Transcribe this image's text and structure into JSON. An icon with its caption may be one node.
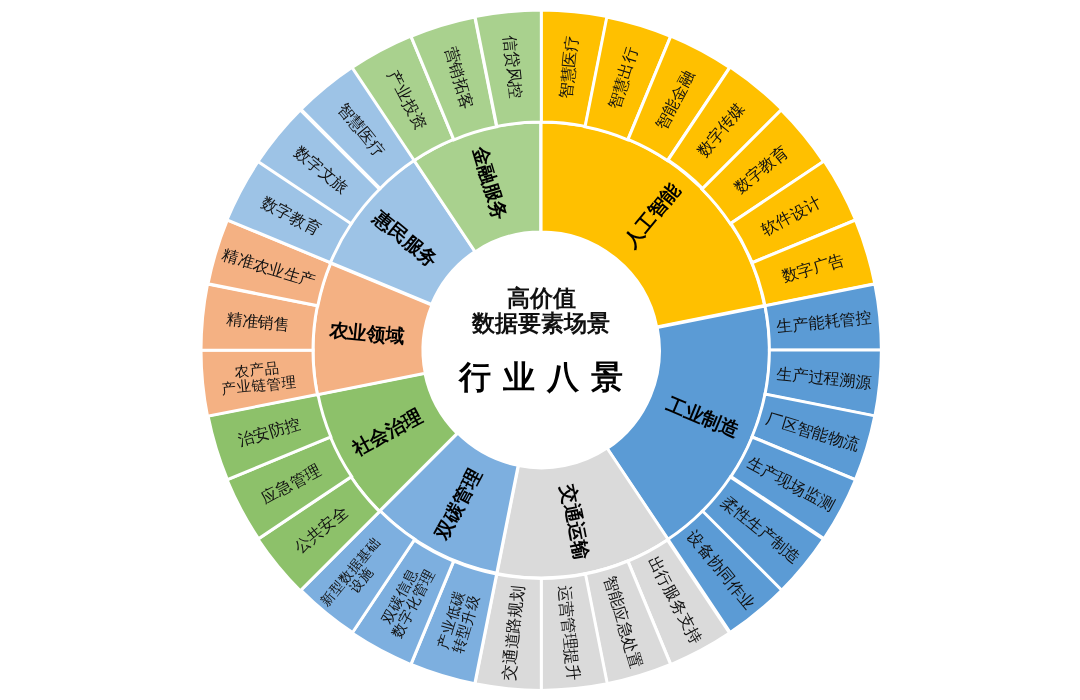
{
  "diagram": {
    "title": "高价值数据要素场景",
    "nodes": [
      {
        "text": [
          "人工智能"
        ]
      },
      {
        "text": [
          "智慧医疗"
        ]
      },
      {
        "text": [
          "智慧出行"
        ]
      },
      {
        "text": [
          "智能金融"
        ]
      },
      {
        "text": [
          "数字传媒"
        ]
      },
      {
        "text": [
          "数字教育"
        ]
      },
      {
        "text": [
          "软件设计"
        ]
      },
      {
        "text": [
          "数字广告"
        ]
      },
      {
        "text": [
          "工业制造"
        ]
      },
      {
        "text": [
          "生产能耗管控"
        ]
      },
      {
        "text": [
          "生产过程溯源"
        ]
      },
      {
        "text": [
          "厂区智能物流"
        ]
      },
      {
        "text": [
          "生产现场监测"
        ]
      },
      {
        "text": [
          "柔性生产制造"
        ]
      },
      {
        "text": [
          "设备协同作业"
        ]
      },
      {
        "text": [
          "交通运输"
        ]
      },
      {
        "text": [
          "出行服务支持"
        ]
      },
      {
        "text": [
          "智能应急处置"
        ]
      },
      {
        "text": [
          "运营管理提升"
        ]
      },
      {
        "text": [
          "交通道路规划"
        ]
      },
      {
        "text": [
          "双碳管理"
        ]
      },
      {
        "text": [
          "产业低碳转型升级"
        ]
      },
      {
        "text": [
          "双碳信息数字化管理"
        ]
      },
      {
        "text": [
          "新型数据基础设施"
        ]
      },
      {
        "text": [
          "社会治理"
        ]
      },
      {
        "text": [
          "公共安全"
        ]
      },
      {
        "text": [
          "应急管理"
        ]
      },
      {
        "text": [
          "治安防控"
        ]
      },
      {
        "text": [
          "农业领域"
        ]
      },
      {
        "text": [
          "农产品产业链管理"
        ]
      },
      {
        "text": [
          "精准销售"
        ]
      },
      {
        "text": [
          "精准农业生产"
        ]
      },
      {
        "text": [
          "惠民服务"
        ]
      },
      {
        "text": [
          "数字教育"
        ]
      },
      {
        "text": [
          "数字文旅"
        ]
      },
      {
        "text": [
          "智慧医疗"
        ]
      },
      {
        "text": [
          "金融服务"
        ]
      },
      {
        "text": [
          "产业投资"
        ]
      },
      {
        "text": [
          "营销拓客"
        ]
      },
      {
        "text": [
          "信贷风控"
        ]
      }
    ],
    "labels": [
      "行业八景"
    ]
  }
}
